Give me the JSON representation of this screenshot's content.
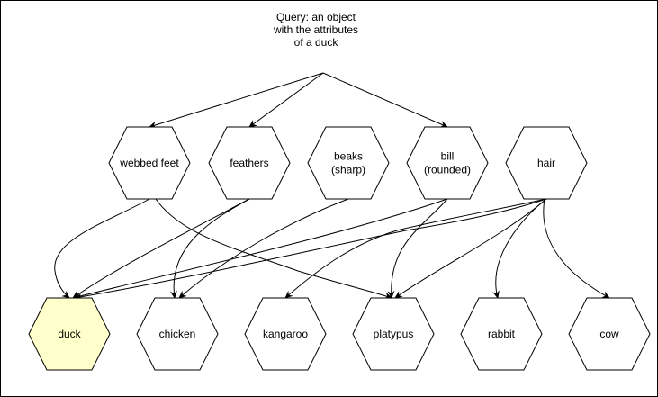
{
  "query": "Query: an object with the attributes of a duck",
  "attributes": [
    {
      "id": "webbed",
      "lines": [
        "webbed feet"
      ]
    },
    {
      "id": "feathers",
      "lines": [
        "feathers"
      ]
    },
    {
      "id": "beaks",
      "lines": [
        "beaks",
        "(sharp)"
      ]
    },
    {
      "id": "bill",
      "lines": [
        "bill",
        "(rounded)"
      ]
    },
    {
      "id": "hair",
      "lines": [
        "hair"
      ]
    }
  ],
  "animals": [
    {
      "id": "duck",
      "label": "duck",
      "highlight": true
    },
    {
      "id": "chicken",
      "label": "chicken"
    },
    {
      "id": "kangaroo",
      "label": "kangaroo"
    },
    {
      "id": "platypus",
      "label": "platypus"
    },
    {
      "id": "rabbit",
      "label": "rabbit"
    },
    {
      "id": "cow",
      "label": "cow"
    }
  ],
  "query_edges": [
    "webbed",
    "feathers",
    "bill"
  ],
  "edges": [
    [
      "webbed",
      "duck"
    ],
    [
      "webbed",
      "platypus"
    ],
    [
      "feathers",
      "duck"
    ],
    [
      "feathers",
      "chicken"
    ],
    [
      "beaks",
      "chicken"
    ],
    [
      "bill",
      "duck"
    ],
    [
      "bill",
      "platypus"
    ],
    [
      "hair",
      "duck"
    ],
    [
      "hair",
      "kangaroo"
    ],
    [
      "hair",
      "platypus"
    ],
    [
      "hair",
      "rabbit"
    ],
    [
      "hair",
      "cow"
    ]
  ],
  "colors": {
    "highlight": "#ffffcc",
    "stroke": "#000000"
  }
}
